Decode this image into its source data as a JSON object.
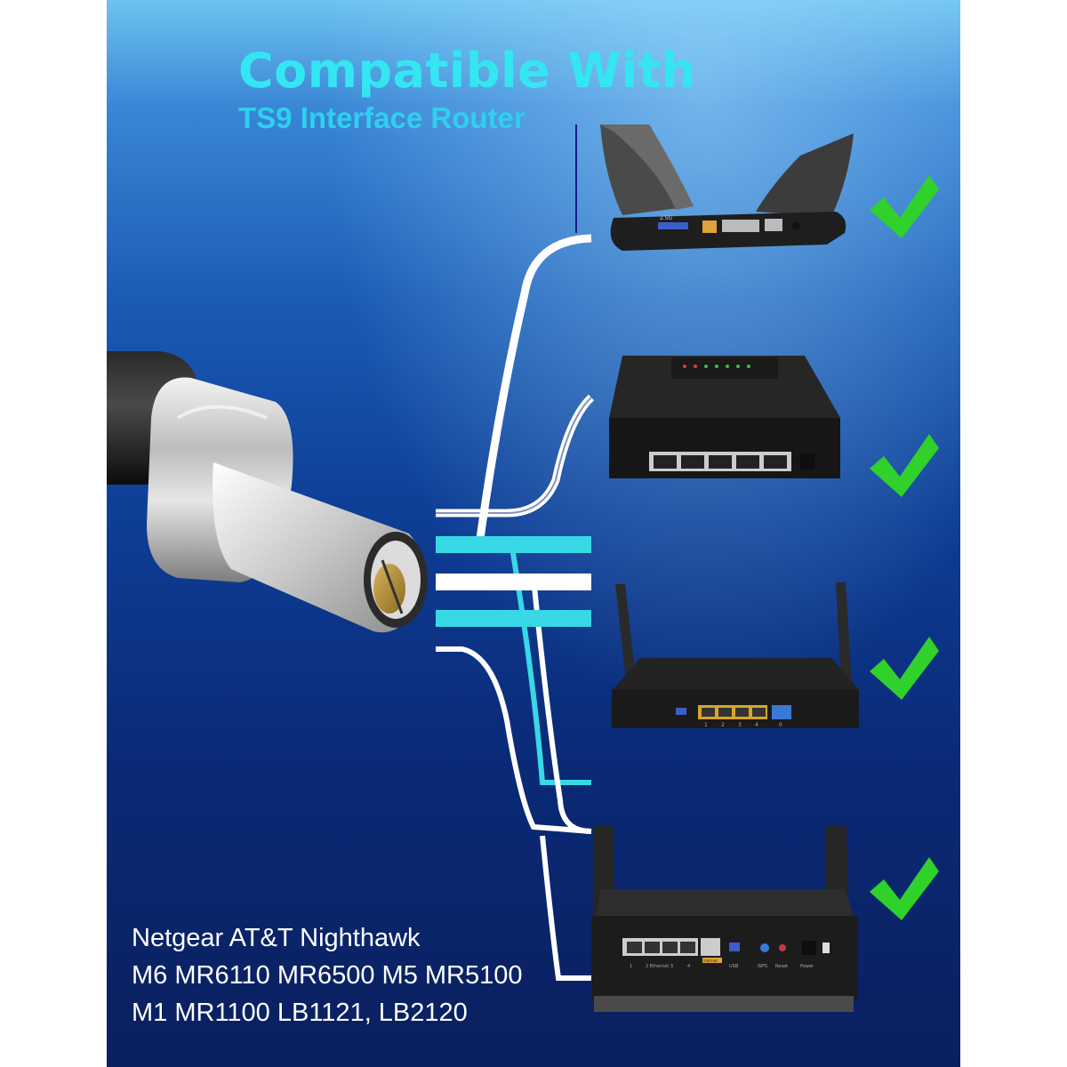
{
  "title": "Compatible With",
  "subtitle": "TS9 Interface Router",
  "models": [
    "Netgear AT&T Nighthawk",
    "M6 MR6110 MR6500 M5 MR5100",
    "M1 MR1100 LB1121, LB2120"
  ],
  "router1_ports": [
    "2.5G"
  ],
  "router3_ports": [
    "1",
    "2",
    "3",
    "4",
    "0"
  ],
  "router4_labels": [
    "1",
    "2 Ethernet 3",
    "4",
    "Internet",
    "USB",
    "WPS",
    "Reset",
    "Power"
  ],
  "colors": {
    "title": "#34e6f2",
    "check": "#2fd12a",
    "line_white": "#ffffff",
    "line_cyan": "#38d8e6",
    "background_top": "#6ec3f0",
    "background_bottom": "#0a1f5e"
  },
  "icons": [
    "ts9-connector-icon",
    "check-icon"
  ]
}
